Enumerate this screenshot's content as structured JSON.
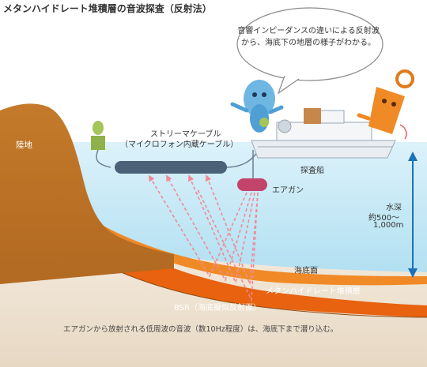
{
  "title": "メタンハイドレート堆積層の音波探査（反射法）",
  "speech_bubble": {
    "text": "音響インピーダンスの違いによる反射波から、海底下の地層の様子がわかる。"
  },
  "labels": {
    "land": "陸地",
    "streamer_line1": "ストリーマケーブル",
    "streamer_line2": "（マイクロフォン内蔵ケーブル）",
    "survey_ship": "探査船",
    "air_gun": "エアガン",
    "depth_line1": "水深",
    "depth_line2": "約500～",
    "depth_line3": "1,000m",
    "seabed": "海底面",
    "methane_hydrate_layer": "メタンハイドレート堆積層",
    "bsr": "BSR（海底擬似反射面）"
  },
  "caption": "エアガンから放射される低周波の音波（数10Hz程度）は、海底下まで潜り込む。",
  "colors": {
    "sea_top": "#d3eef8",
    "sea_bottom": "#b5e1f3",
    "land": "#c97f2f",
    "seafloor": "#e07a1a",
    "hydrate_layer": "#e8620f",
    "sediment": "#efe3d3",
    "wave": "#f2909a",
    "streamer": "#4b6178",
    "air_gun": "#c2446b",
    "buoy": "#a3c55a",
    "arrow": "#1a72b9"
  },
  "icons": {
    "mascot_left": "blue-mascot-character",
    "mascot_right": "orange-mascot-character",
    "ship": "survey-ship-icon",
    "buoy": "buoy-icon"
  }
}
